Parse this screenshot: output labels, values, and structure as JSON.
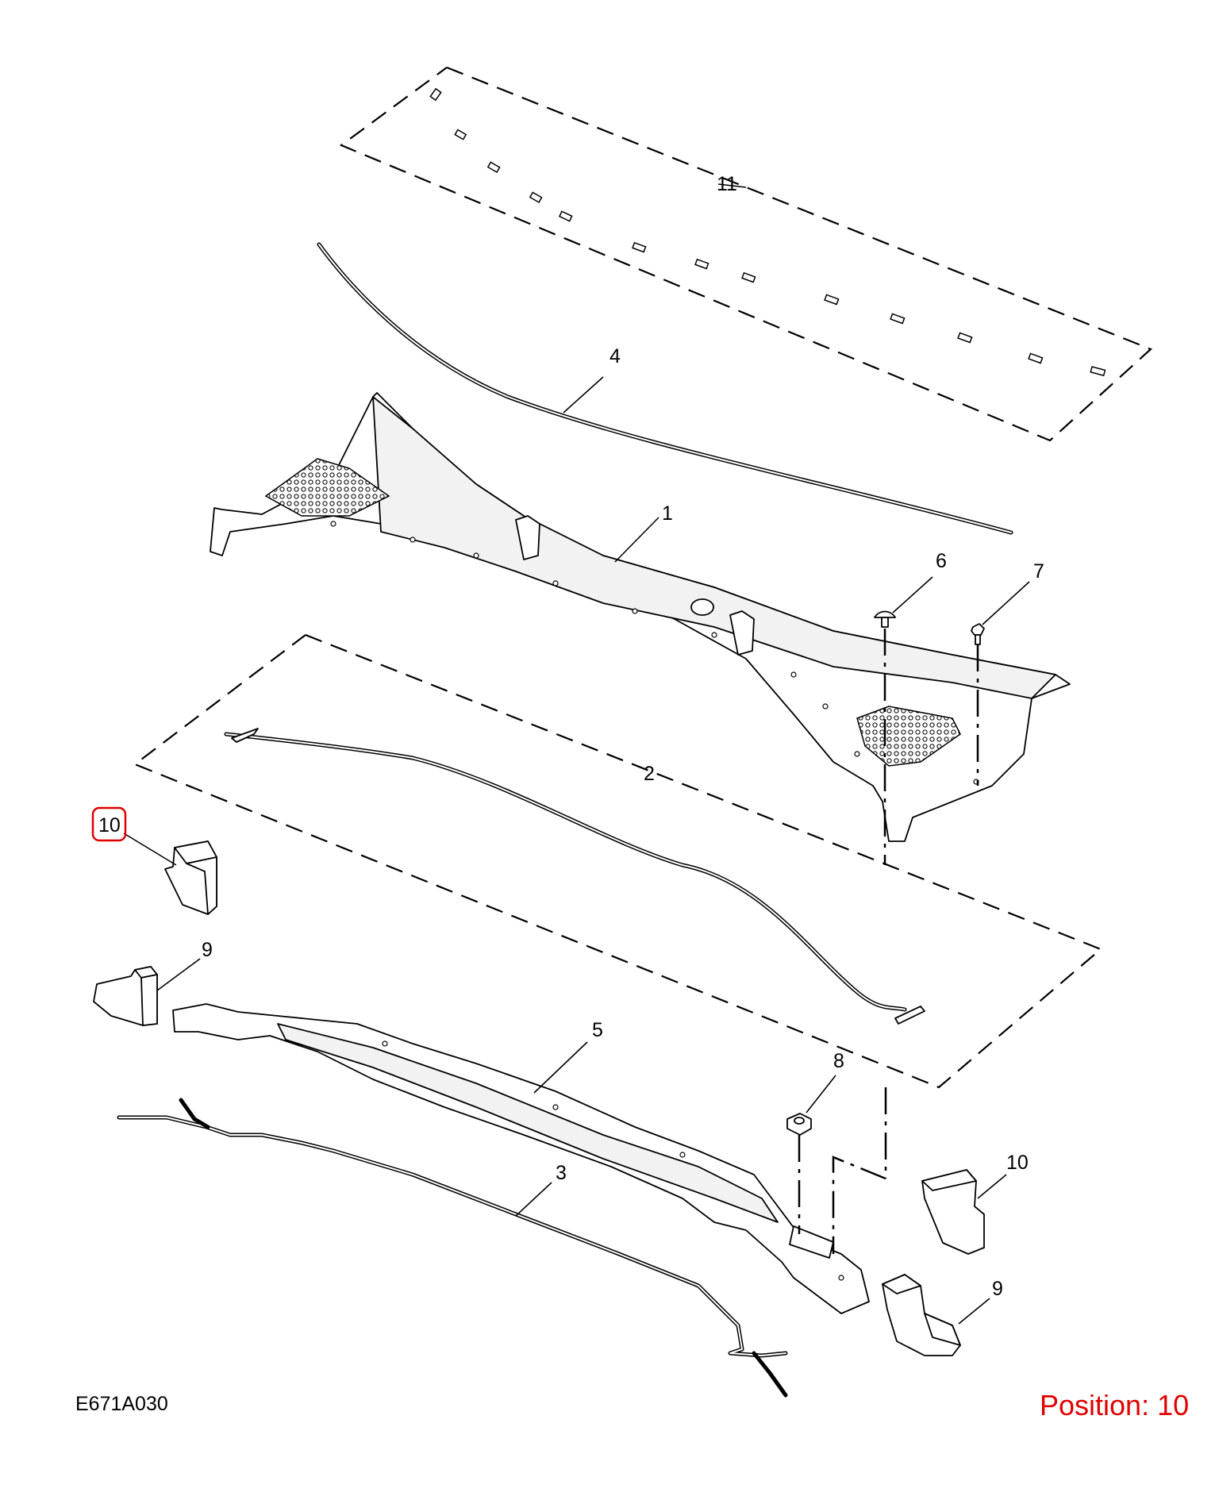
{
  "diagram_ref": "E671A030",
  "position_text": "Position: 10",
  "highlight_color": "#e00000",
  "callouts": [
    {
      "id": "11",
      "text": "11"
    },
    {
      "id": "4",
      "text": "4"
    },
    {
      "id": "1",
      "text": "1"
    },
    {
      "id": "6",
      "text": "6"
    },
    {
      "id": "7",
      "text": "7"
    },
    {
      "id": "2",
      "text": "2"
    },
    {
      "id": "10a",
      "text": "10"
    },
    {
      "id": "9a",
      "text": "9"
    },
    {
      "id": "5",
      "text": "5"
    },
    {
      "id": "8",
      "text": "8"
    },
    {
      "id": "3",
      "text": "3"
    },
    {
      "id": "10b",
      "text": "10"
    },
    {
      "id": "9b",
      "text": "9"
    }
  ],
  "highlighted_callout": "10a"
}
